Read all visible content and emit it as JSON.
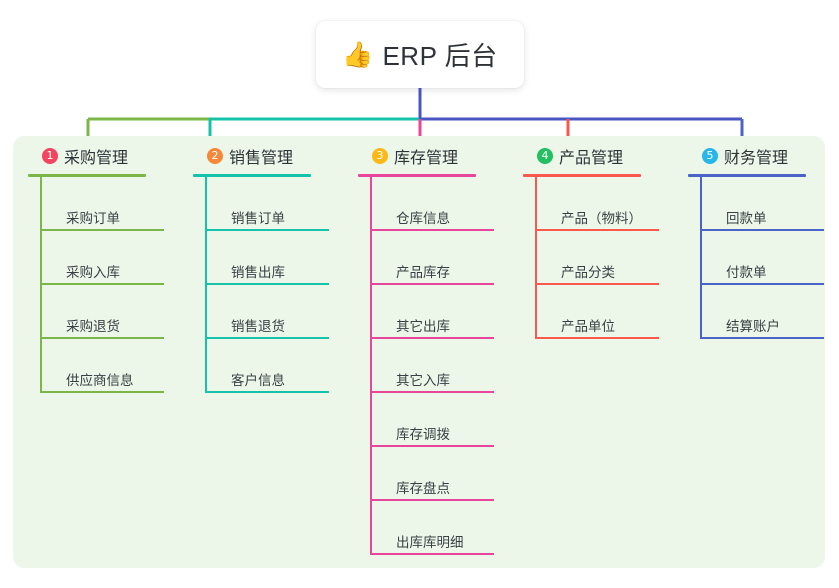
{
  "diagram": {
    "title": "ERP 后台",
    "root": {
      "icon": "thumbs-up-icon",
      "emoji": "👍",
      "label": "ERP 后台"
    },
    "panel_color": "#edf7e9",
    "background": "#ffffff",
    "trunk_color": "#4a55c4",
    "columns": [
      {
        "number": "1",
        "title": "采购管理",
        "badge_color": "#f2455f",
        "line_color": "#7ab648",
        "branch_color": "#7ab648",
        "items": [
          "采购订单",
          "采购入库",
          "采购退货",
          "供应商信息"
        ]
      },
      {
        "number": "2",
        "title": "销售管理",
        "badge_color": "#f5883a",
        "line_color": "#15c3ab",
        "branch_color": "#15c3ab",
        "items": [
          "销售订单",
          "销售出库",
          "销售退货",
          "客户信息"
        ]
      },
      {
        "number": "3",
        "title": "库存管理",
        "badge_color": "#fcb816",
        "line_color": "#e8469a",
        "branch_color": "#e8469a",
        "items": [
          "仓库信息",
          "产品库存",
          "其它出库",
          "其它入库",
          "库存调拨",
          "库存盘点",
          "出库库明细"
        ]
      },
      {
        "number": "4",
        "title": "产品管理",
        "badge_color": "#22c05e",
        "line_color": "#f9584f",
        "branch_color": "#f9584f",
        "items": [
          "产品（物料）",
          "产品分类",
          "产品单位"
        ]
      },
      {
        "number": "5",
        "title": "财务管理",
        "badge_color": "#29b6e8",
        "line_color": "#4a63c8",
        "branch_color": "#4a63c8",
        "items": [
          "回款单",
          "付款单",
          "结算账户"
        ]
      }
    ]
  }
}
